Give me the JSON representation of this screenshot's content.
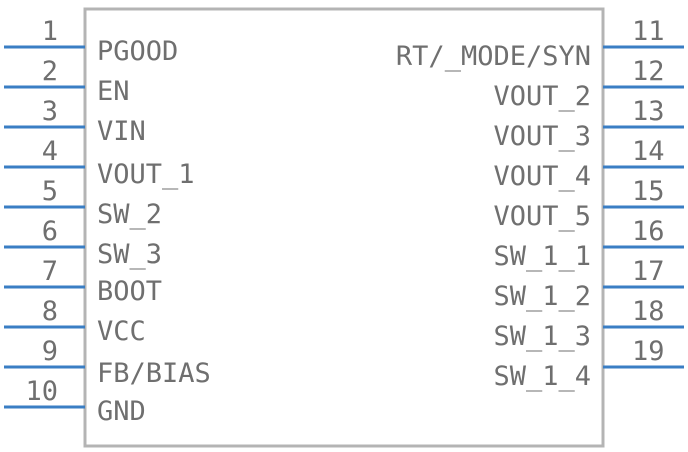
{
  "component": {
    "body_color": "#b4b4b4",
    "pin_color": "#3a7ec4",
    "text_color": "#6f6f6f",
    "left_pins": [
      {
        "number": "1",
        "name": "PGOOD"
      },
      {
        "number": "2",
        "name": "EN"
      },
      {
        "number": "3",
        "name": "VIN"
      },
      {
        "number": "4",
        "name": "VOUT_1"
      },
      {
        "number": "5",
        "name": "SW_2"
      },
      {
        "number": "6",
        "name": "SW_3"
      },
      {
        "number": "7",
        "name": "BOOT"
      },
      {
        "number": "8",
        "name": "VCC"
      },
      {
        "number": "9",
        "name": "FB/BIAS"
      },
      {
        "number": "10",
        "name": "GND"
      }
    ],
    "right_pins": [
      {
        "number": "11",
        "name": "RT/_MODE/SYN"
      },
      {
        "number": "12",
        "name": "VOUT_2"
      },
      {
        "number": "13",
        "name": "VOUT_3"
      },
      {
        "number": "14",
        "name": "VOUT_4"
      },
      {
        "number": "15",
        "name": "VOUT_5"
      },
      {
        "number": "16",
        "name": "SW_1_1"
      },
      {
        "number": "17",
        "name": "SW_1_2"
      },
      {
        "number": "18",
        "name": "SW_1_3"
      },
      {
        "number": "19",
        "name": "SW_1_4"
      }
    ]
  }
}
